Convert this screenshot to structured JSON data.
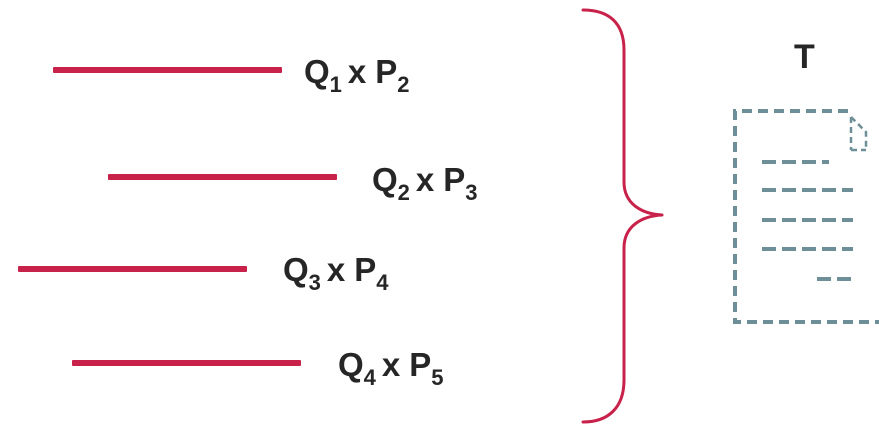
{
  "colors": {
    "bar": "#c8224a",
    "brace": "#c8224a",
    "text": "#262626",
    "document": "#6e8f97"
  },
  "rows": [
    {
      "q": "Q",
      "q_sub": "1",
      "op": "x",
      "p": "P",
      "p_sub": "2"
    },
    {
      "q": "Q",
      "q_sub": "2",
      "op": "x",
      "p": "P",
      "p_sub": "3"
    },
    {
      "q": "Q",
      "q_sub": "3",
      "op": "x",
      "p": "P",
      "p_sub": "4"
    },
    {
      "q": "Q",
      "q_sub": "4",
      "op": "x",
      "p": "P",
      "p_sub": "5"
    }
  ],
  "target_label": "T",
  "icons": {
    "brace": "right-curly-brace-icon",
    "document": "dashed-document-icon"
  }
}
